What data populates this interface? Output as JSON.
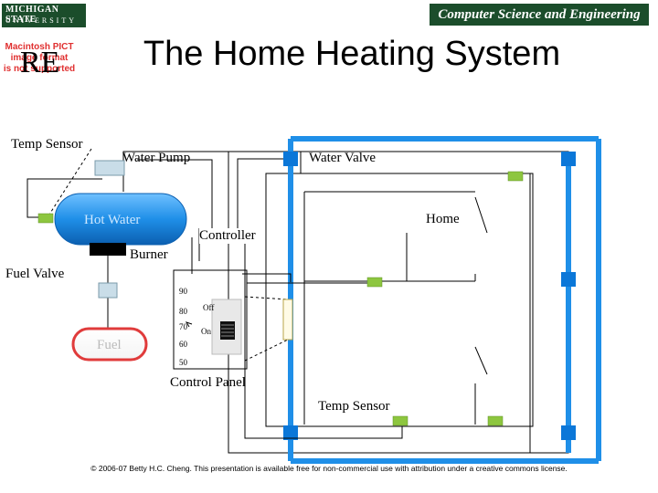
{
  "header": {
    "msu_line1": "MICHIGAN STATE",
    "msu_line2": "UNIVERSITY",
    "cse_text": "Computer Science and Engineering",
    "pict_line1": "Macintosh PICT",
    "pict_line2": "image format",
    "pict_line3": "is not supported",
    "re_text": "RE",
    "title": "The Home Heating System"
  },
  "labels": {
    "temp_sensor_top": "Temp Sensor",
    "water_pump": "Water Pump",
    "water_valve": "Water Valve",
    "hot_water": "Hot Water",
    "home": "Home",
    "controller": "Controller",
    "burner": "Burner",
    "fuel_valve": "Fuel Valve",
    "fuel": "Fuel",
    "control_panel": "Control Panel",
    "temp_sensor_bottom": "Temp Sensor"
  },
  "control_panel": {
    "ticks": [
      "90",
      "80",
      "70",
      "60",
      "50"
    ],
    "off": "Off",
    "on": "On"
  },
  "colors": {
    "pipe_blue": "#1f8fe8",
    "pipe_dark": "#0b5fb0",
    "sensor_green": "#8dc63f",
    "fuel_red": "#e03b3b",
    "valve_gray": "#c9dde8",
    "burner_black": "#000000"
  },
  "footer": {
    "copyright": "© 2006-07 Betty H.C. Cheng. This presentation is available free for non-commercial use with attribution under a creative commons license."
  }
}
